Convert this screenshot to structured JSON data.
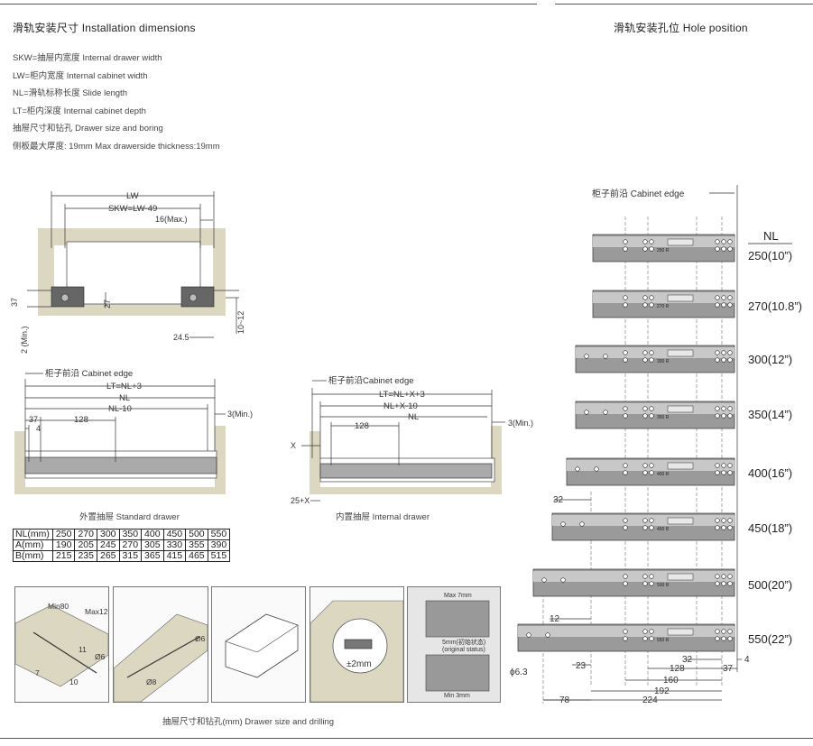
{
  "header": {
    "left_title": "滑轨安装尺寸 Installation dimensions",
    "right_title": "滑轨安装孔位 Hole position"
  },
  "definitions": [
    "SKW=抽屉内宽度  Internal drawer width",
    "LW=柜内宽度  Internal cabinet width",
    "NL=滑轨标称长度  Slide length",
    "LT=柜内深度  Internal cabinet depth",
    "抽屉尺寸和钻孔  Drawer size and boring",
    "侧板最大厚度: 19mm   Max drawerside thickness:19mm"
  ],
  "top_view": {
    "lw": "LW",
    "skw": "SKW=LW-49",
    "max16": "16(Max.)",
    "d37": "37",
    "d27": "27",
    "min2": "2 (Min.)",
    "d245": "24.5",
    "d1012": "10~12"
  },
  "standard": {
    "edge": "柜子前沿 Cabinet edge",
    "lt": "LT=NL+3",
    "nl": "NL",
    "nl10": "NL-10",
    "d37": "37",
    "d4": "4",
    "d128": "128",
    "min3": "3(Min.)",
    "caption": "外置抽屉 Standard drawer"
  },
  "internal": {
    "edge": "柜子前沿Cabinet edge",
    "lt": "LT=NL+X+3",
    "nlx10": "NL+X-10",
    "nl": "NL",
    "d128": "128",
    "min3": "3(Min.)",
    "x": "X",
    "x25": "25+X",
    "caption": "内置抽屉 Internal drawer"
  },
  "size_table": {
    "rows": [
      [
        "NL(mm)",
        "250",
        "270",
        "300",
        "350",
        "400",
        "450",
        "500",
        "550"
      ],
      [
        "A(mm)",
        "190",
        "205",
        "245",
        "270",
        "305",
        "330",
        "355",
        "390"
      ],
      [
        "B(mm)",
        "215",
        "235",
        "265",
        "315",
        "365",
        "415",
        "465",
        "515"
      ]
    ]
  },
  "drill": {
    "min80": "Min80",
    "max12": "Max12",
    "d11": "11",
    "d6a": "Ø6",
    "d7": "7",
    "d10": "10",
    "d8": "Ø8",
    "d6b": "Ø6",
    "pm2": "±2mm",
    "max7": "Max 7mm",
    "mm5": "5mm(初始状态)",
    "orig": "(original status)",
    "min3": "Min 3mm",
    "caption": "抽屉尺寸和钻孔(mm)  Drawer size and drilling"
  },
  "hole": {
    "cabinet_edge": "柜子前沿 Cabinet edge",
    "nl_header": "NL",
    "nl_labels": [
      "250(10”)",
      "270(10.8”)",
      "300(12”)",
      "350(14”)",
      "400(16”)",
      "450(18”)",
      "500(20”)",
      "550(22”)"
    ],
    "rail_marks": [
      "250 R",
      "270 R",
      "300 R",
      "350 R",
      "400 R",
      "450 R",
      "500 R",
      "550 R"
    ],
    "d32a": "32",
    "d12": "12",
    "phi63": "ϕ6.3",
    "d23": "23",
    "d32b": "32",
    "d4": "4",
    "d128": "128",
    "d37": "37",
    "d160": "160",
    "d192": "192",
    "d224": "224",
    "d78": "78"
  }
}
